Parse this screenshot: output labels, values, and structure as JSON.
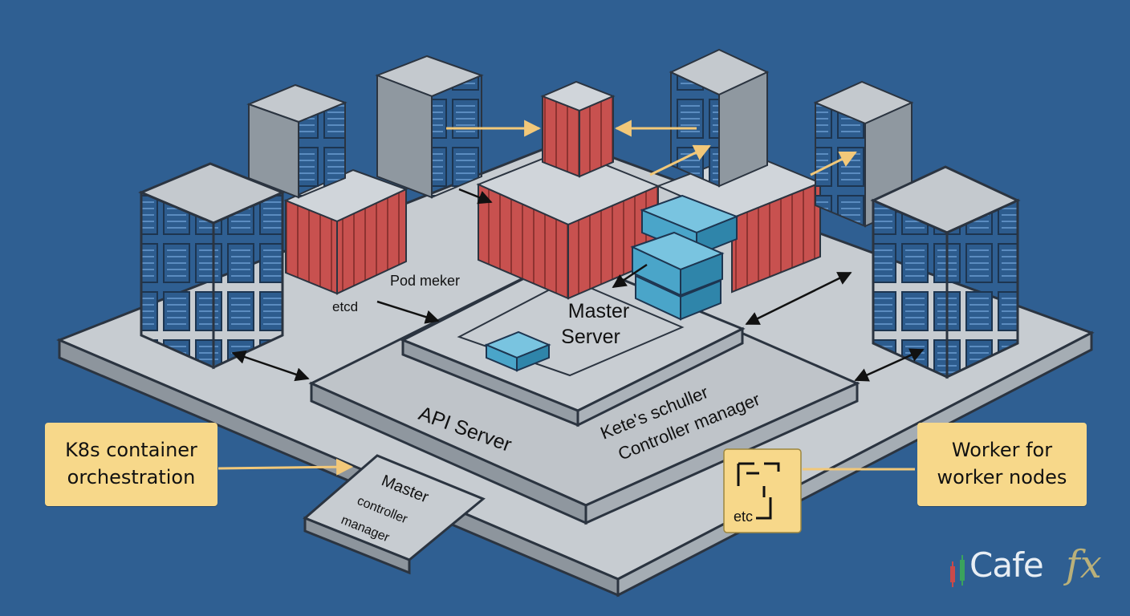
{
  "labels": {
    "pod_maker": "Pod meker",
    "etcd": "etcd",
    "master_server_line1": "Master",
    "master_server_line2": "Server",
    "api_server": "API Server",
    "scheduler_line1": "Kete's schuller",
    "scheduler_line2": "Controller manager",
    "master_cm_line1": "Master",
    "master_cm_line2": "controller",
    "master_cm_line3": "manager",
    "etc_box": "etc"
  },
  "callouts": {
    "left_line1": "K8s container",
    "left_line2": "orchestration",
    "right_line1": "Worker for",
    "right_line2": "worker nodes"
  },
  "logo": {
    "text": "Cafe",
    "suffix": "fx"
  },
  "colors": {
    "background": "#2f5f92",
    "platform": "#c6cbd0",
    "server_body": "#9aa3ab",
    "server_screen": "#2c5c8d",
    "container_red": "#c8514f",
    "callout": "#f7d88a",
    "arrow_yellow": "#f2c879",
    "cube_blue": "#4aa5c9"
  }
}
